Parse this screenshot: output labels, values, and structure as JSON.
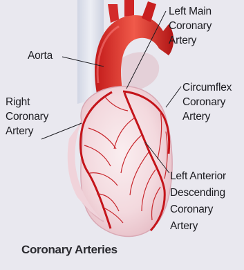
{
  "labels": {
    "left_main": [
      "Left Main",
      "Coronary",
      "Artery"
    ],
    "aorta": [
      "Aorta"
    ],
    "circumflex": [
      "Circumflex",
      "Coronary",
      "Artery"
    ],
    "right": [
      "Right",
      "Coronary",
      "Artery"
    ],
    "lad": [
      "Left Anterior",
      "Descending",
      "Coronary",
      "Artery"
    ]
  },
  "caption": "Coronary Arteries"
}
